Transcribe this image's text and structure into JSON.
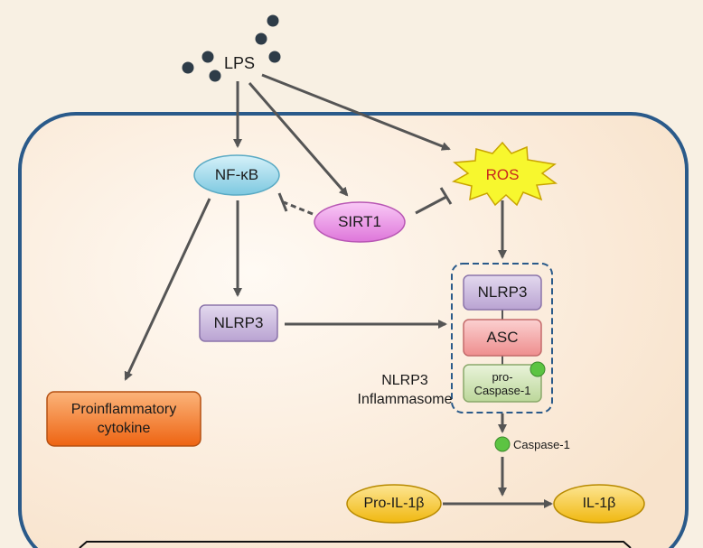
{
  "diagram": {
    "stimulus": "LPS",
    "nfkb": "NF-κB",
    "sirt1": "SIRT1",
    "ros": "ROS",
    "nlrp3_free": "NLRP3",
    "cytokine": "Proinflammatory\ncytokine",
    "inflammasome": {
      "label": "NLRP3\nInflammasome",
      "nlrp3": "NLRP3",
      "asc": "ASC",
      "pro_caspase": "pro-\nCaspase-1"
    },
    "caspase": "Caspase-1",
    "pro_il1b": "Pro-IL-1β",
    "il1b": "IL-1β"
  },
  "colors": {
    "cell_border": "#2a5a8a",
    "arrow": "#555555",
    "nfkb_fill": "#9fd8ea",
    "sirt1_fill": "#e98de6",
    "ros_fill": "#f7f72e",
    "ros_text": "#c8281e",
    "nlrp3_fill": "#c8b6dd",
    "asc_fill": "#f4a0a0",
    "procaspase_fill": "#cfe2b0",
    "cytokine_fill": "#f47a2a",
    "il1b_fill": "#f6c828",
    "caspase_dot": "#5cc442",
    "lps_dot": "#2e3c48"
  }
}
